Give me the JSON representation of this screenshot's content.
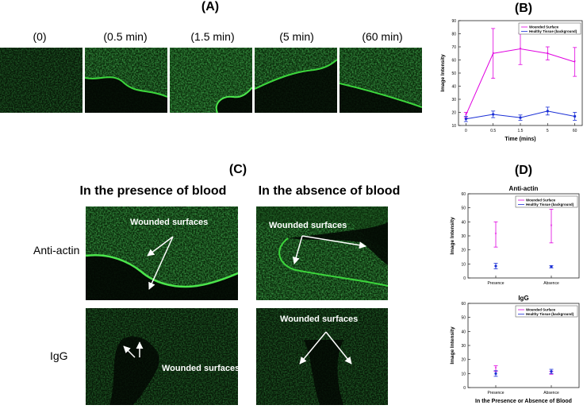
{
  "panel_labels": {
    "a": "(A)",
    "b": "(B)",
    "c": "(C)",
    "d": "(D)"
  },
  "panel_a": {
    "time_labels": [
      "(0)",
      "(0.5 min)",
      "(1.5 min)",
      "(5 min)",
      "(60 min)"
    ]
  },
  "panel_c": {
    "col_presence": "In the presence of blood",
    "col_absence": "In the absence of blood",
    "row_anti_actin": "Anti-actin",
    "row_igg": "IgG",
    "annotation": "Wounded surfaces"
  },
  "chart_data": [
    {
      "type": "line",
      "panel": "(B)",
      "xlabel": "Time (mins)",
      "ylabel": "Image Intensity",
      "x": [
        "0",
        "0.5",
        "1.5",
        "5",
        "60"
      ],
      "ylim": [
        10,
        90
      ],
      "yticks": [
        10,
        20,
        30,
        40,
        50,
        60,
        70,
        80,
        90
      ],
      "legend_position": "top-right",
      "series": [
        {
          "name": "Wounded Surface",
          "color": "#e000e0",
          "values": [
            18,
            65,
            68.5,
            65,
            58.5
          ],
          "errors": [
            2,
            19,
            12,
            5,
            11
          ]
        },
        {
          "name": "Healthy Tissue (background)",
          "color": "#1a2fd6",
          "values": [
            15,
            18.5,
            16,
            21,
            17
          ],
          "errors": [
            2,
            2.5,
            2,
            3,
            3
          ]
        }
      ]
    },
    {
      "type": "scatter",
      "panel": "(D)",
      "title": "Anti-actin",
      "ylabel": "Image Intensity",
      "categories": [
        "Presence",
        "Absence"
      ],
      "ylim": [
        0,
        60
      ],
      "yticks": [
        0,
        10,
        20,
        30,
        40,
        50,
        60
      ],
      "legend_position": "top-right",
      "series": [
        {
          "name": "Wounded Surface",
          "color": "#e000e0",
          "values": [
            31,
            37
          ],
          "errors": [
            9,
            12
          ]
        },
        {
          "name": "Healthy Tissue (background)",
          "color": "#1a2fd6",
          "values": [
            8.5,
            8
          ],
          "errors": [
            2,
            0.8
          ]
        }
      ]
    },
    {
      "type": "scatter",
      "panel": "(D)",
      "title": "IgG",
      "xlabel": "In the Presence or Absence of Blood",
      "ylabel": "Image Intensity",
      "categories": [
        "Presence",
        "Absence"
      ],
      "ylim": [
        0,
        60
      ],
      "yticks": [
        0,
        10,
        20,
        30,
        40,
        50,
        60
      ],
      "legend_position": "top-right",
      "series": [
        {
          "name": "Wounded Surface",
          "color": "#e000e0",
          "values": [
            13.5,
            10.5
          ],
          "errors": [
            2,
            1
          ]
        },
        {
          "name": "Healthy Tissue (background)",
          "color": "#1a2fd6",
          "values": [
            10,
            11.5
          ],
          "errors": [
            2,
            1.5
          ]
        }
      ]
    }
  ]
}
